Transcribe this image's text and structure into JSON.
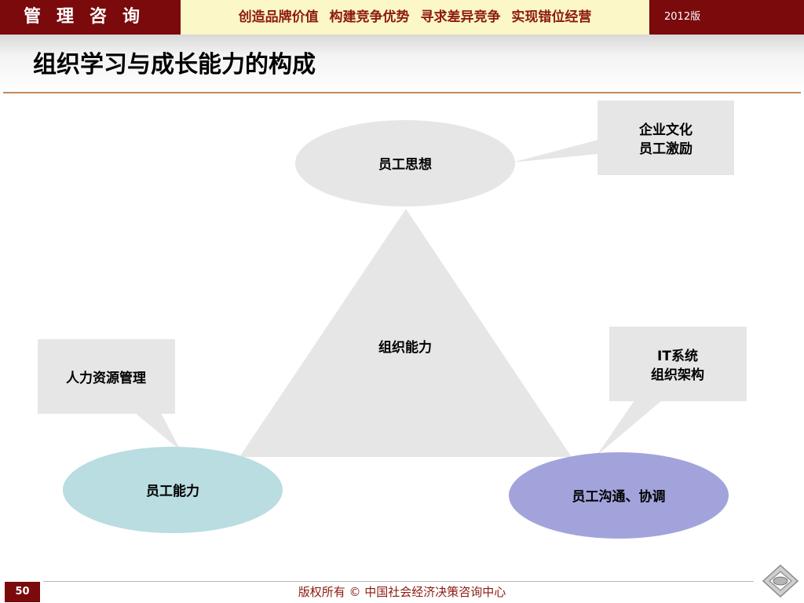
{
  "header": {
    "brand": "管理咨询",
    "slogan": "创造品牌价值 构建竞争优势 寻求差异竞争 实现错位经营",
    "edition": "2012版"
  },
  "title": "组织学习与成长能力的构成",
  "diagram": {
    "center": "组织能力",
    "top_node": "员工思想",
    "left_node": "员工能力",
    "right_node": "员工沟通、协调",
    "callout_top_right": [
      "企业文化",
      "员工激励"
    ],
    "callout_left": [
      "人力资源管理"
    ],
    "callout_right": [
      "IT系统",
      "组织架构"
    ]
  },
  "colors": {
    "header_bg": "#7a0a0c",
    "slogan_bg": "#fcf7c6",
    "slogan_text": "#8c1a0e",
    "shape_gray": "#e6e6e6",
    "left_node_fill": "#b9dde0",
    "right_node_fill": "#a3a3dc"
  },
  "footer": {
    "page_number": "50",
    "copyright": "版权所有 © 中国社会经济决策咨询中心"
  }
}
